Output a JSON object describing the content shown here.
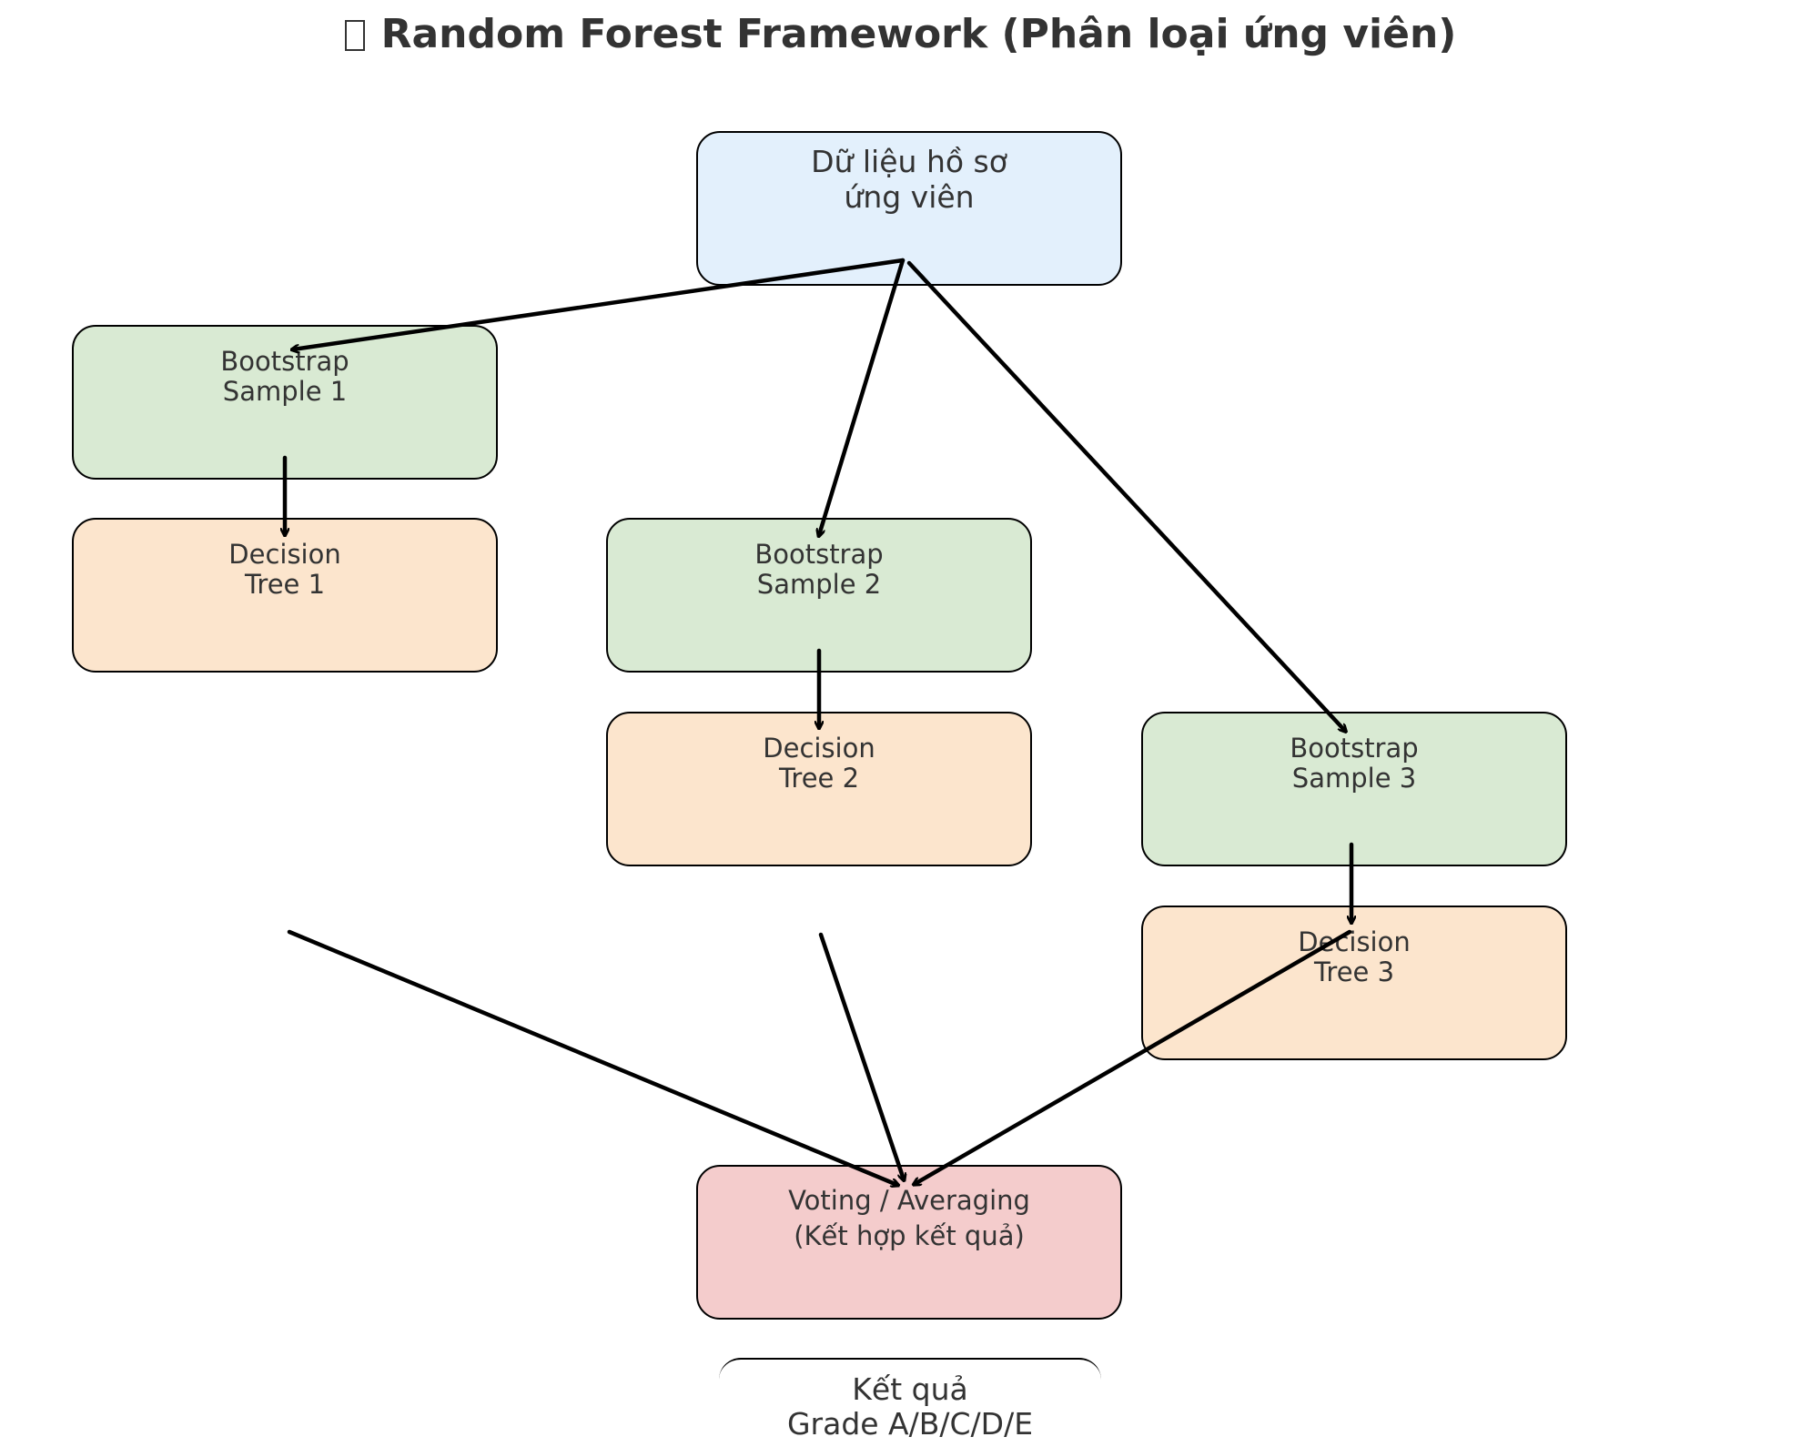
{
  "title": "Random Forest Framework (Phân loại ứng viên)",
  "title_icon": "missing-glyph-icon",
  "nodes": {
    "data": {
      "line1": "Dữ liệu hồ sơ",
      "line2": "ứng viên"
    },
    "sample1": {
      "line1": "Bootstrap",
      "line2": "Sample 1"
    },
    "tree1": {
      "line1": "Decision",
      "line2": "Tree 1"
    },
    "sample2": {
      "line1": "Bootstrap",
      "line2": "Sample 2"
    },
    "tree2": {
      "line1": "Decision",
      "line2": "Tree 2"
    },
    "sample3": {
      "line1": "Bootstrap",
      "line2": "Sample 3"
    },
    "tree3": {
      "line1": "Decision",
      "line2": "Tree 3"
    },
    "voting": {
      "line1": "Voting / Averaging",
      "line2": "(Kết hợp kết quả)"
    },
    "result": {
      "line1": "Kết quả",
      "line2": "Grade A/B/C/D/E"
    }
  },
  "colors": {
    "data": "#e3f0fc",
    "sample": "#d9ead3",
    "tree": "#fce5cd",
    "voting": "#f4cccc",
    "edge": "#000000",
    "text": "#333333"
  }
}
